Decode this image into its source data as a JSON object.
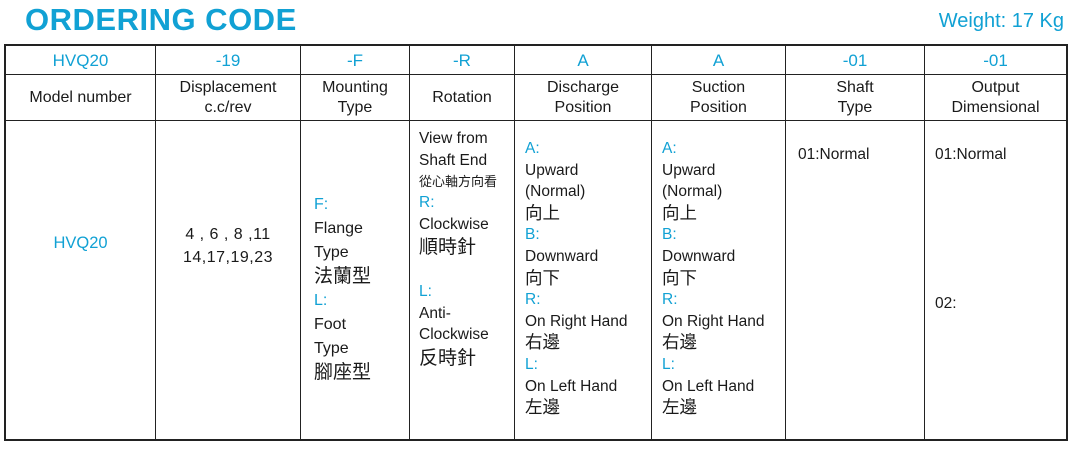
{
  "page": {
    "title": "ORDERING CODE",
    "weight_note": "Weight: 17 Kg"
  },
  "colors": {
    "accent": "#11a1d4",
    "text": "#1a1a1a",
    "border": "#222222"
  },
  "table": {
    "code_row": [
      "HVQ20",
      "-19",
      "-F",
      "-R",
      "A",
      "A",
      "-01",
      "-01"
    ],
    "headers": [
      "Model number",
      "Displacement\nc.c/rev",
      "Mounting\nType",
      "Rotation",
      "Discharge\nPosition",
      "Suction\nPosition",
      "Shaft\nType",
      "Output\nDimensional"
    ],
    "body": {
      "model": "HVQ20",
      "displacement": "4 , 6 , 8 ,11\n14,17,19,23",
      "mounting": {
        "lines": [
          {
            "text": "F:",
            "accent": true
          },
          {
            "text": "Flange"
          },
          {
            "text": "Type"
          },
          {
            "text": "法蘭型",
            "size": "cjk"
          },
          {
            "text": "L:",
            "accent": true
          },
          {
            "text": "Foot"
          },
          {
            "text": "Type"
          },
          {
            "text": "腳座型",
            "size": "cjk"
          }
        ]
      },
      "rotation": {
        "lines": [
          {
            "text": "View from"
          },
          {
            "text": "Shaft End"
          },
          {
            "text": "從心軸方向看",
            "size": "cjk-sm"
          },
          {
            "text": "R:",
            "accent": true
          },
          {
            "text": "Clockwise"
          },
          {
            "text": "順時針",
            "size": "cjk"
          },
          {
            "gap": true
          },
          {
            "text": "L:",
            "accent": true
          },
          {
            "text": "Anti-"
          },
          {
            "text": "Clockwise"
          },
          {
            "text": "反時針",
            "size": "cjk"
          }
        ]
      },
      "discharge": {
        "lines": [
          {
            "text": "A:",
            "accent": true
          },
          {
            "text": "Upward"
          },
          {
            "text": "(Normal)"
          },
          {
            "text": "向上",
            "size": "cjk"
          },
          {
            "text": "B:",
            "accent": true
          },
          {
            "text": "Downward"
          },
          {
            "text": "向下",
            "size": "cjk"
          },
          {
            "text": "R:",
            "accent": true
          },
          {
            "text": "On Right Hand"
          },
          {
            "text": "右邊",
            "size": "cjk"
          },
          {
            "text": "L:",
            "accent": true
          },
          {
            "text": "On Left Hand"
          },
          {
            "text": "左邊",
            "size": "cjk"
          }
        ]
      },
      "suction": {
        "lines": [
          {
            "text": "A:",
            "accent": true
          },
          {
            "text": "Upward"
          },
          {
            "text": "(Normal)"
          },
          {
            "text": "向上",
            "size": "cjk"
          },
          {
            "text": "B:",
            "accent": true
          },
          {
            "text": "Downward"
          },
          {
            "text": "向下",
            "size": "cjk"
          },
          {
            "text": "R:",
            "accent": true
          },
          {
            "text": "On Right Hand"
          },
          {
            "text": "右邊",
            "size": "cjk"
          },
          {
            "text": "L:",
            "accent": true
          },
          {
            "text": "On Left Hand"
          },
          {
            "text": "左邊",
            "size": "cjk"
          }
        ]
      },
      "shaft": {
        "lines": [
          {
            "text": "01:Normal"
          }
        ]
      },
      "output": {
        "lines": [
          {
            "text": "01:Normal"
          },
          {
            "gap": true
          },
          {
            "text": "02:"
          }
        ]
      }
    }
  }
}
